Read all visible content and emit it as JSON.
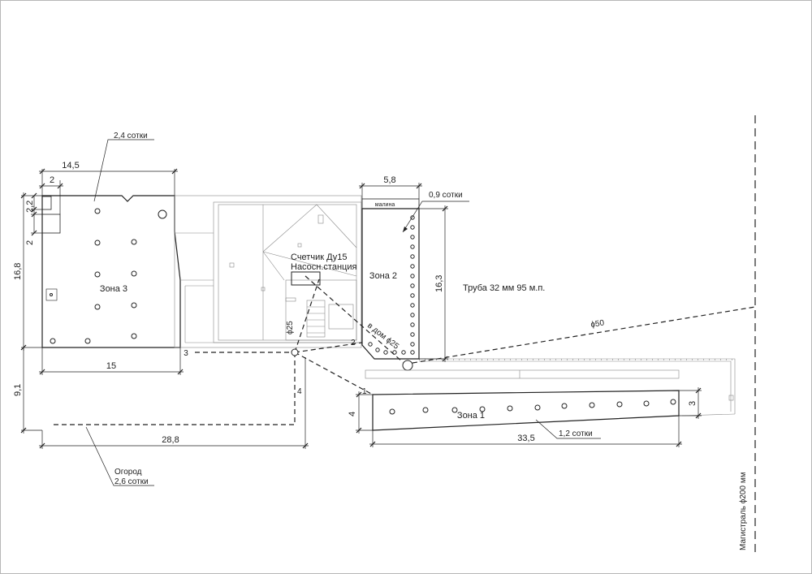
{
  "labels": {
    "zone1": "Зона 1",
    "zone2": "Зона 2",
    "zone3": "Зона 3",
    "meter_line1": "Счетчик Ду15",
    "meter_line2": "Насосн.станция",
    "pipe": "Труба 32 мм  95 м.п.",
    "phi50": "ϕ50",
    "phi25": "ϕ25",
    "to_house": "в дом ϕ25",
    "main_pipe": "Магистраль ϕ200 мм",
    "raspberry": "малина",
    "garden_line1": "Огород",
    "garden_line2": "2,6 сотки",
    "area_zone3": "2,4 сотки",
    "area_zone2": "0,9 сотки",
    "area_zone1": "1,2 сотки",
    "branch_1": "1",
    "branch_2": "2",
    "branch_3": "3",
    "branch_4": "4"
  },
  "dimensions": {
    "d14_5": "14,5",
    "d2_top": "2",
    "d2_2": "2,2",
    "d2_side": "2",
    "d16_8": "16,8",
    "d15": "15",
    "d9_1": "9,1",
    "d28_8": "28,8",
    "d5_8": "5,8",
    "d16_3": "16,3",
    "d4": "4",
    "d3": "3",
    "d33_5": "33,5"
  }
}
